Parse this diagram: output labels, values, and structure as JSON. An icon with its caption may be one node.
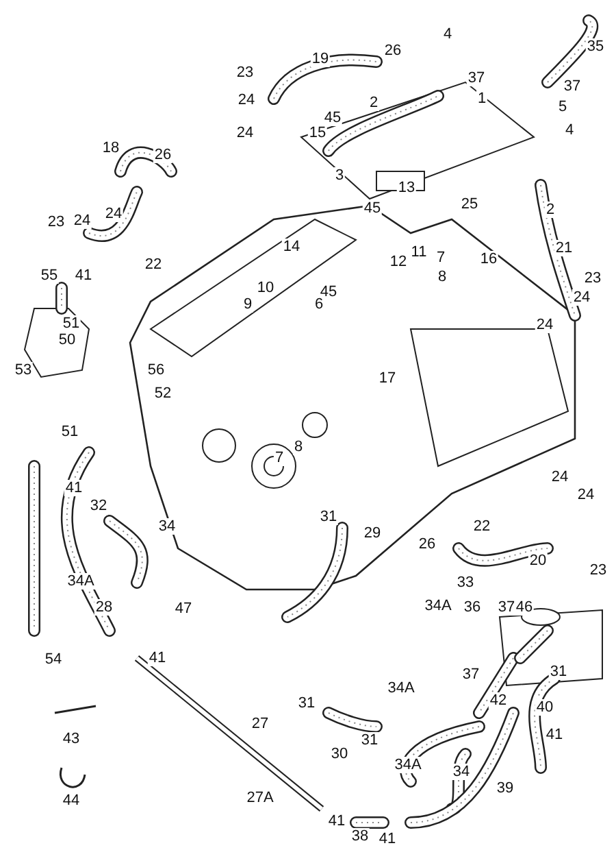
{
  "diagram": {
    "labels": [
      "4",
      "35",
      "26",
      "19",
      "23",
      "37",
      "37",
      "1",
      "24",
      "2",
      "5",
      "45",
      "15",
      "24",
      "4",
      "18",
      "26",
      "3",
      "13",
      "25",
      "2",
      "45",
      "24",
      "23",
      "24",
      "14",
      "21",
      "11",
      "7",
      "16",
      "12",
      "22",
      "55",
      "41",
      "8",
      "23",
      "10",
      "45",
      "24",
      "9",
      "6",
      "51",
      "24",
      "50",
      "53",
      "56",
      "17",
      "52",
      "51",
      "8",
      "7",
      "24",
      "41",
      "24",
      "32",
      "31",
      "34",
      "22",
      "29",
      "26",
      "20",
      "23",
      "34A",
      "33",
      "34A",
      "36",
      "37",
      "46",
      "28",
      "47",
      "54",
      "41",
      "31",
      "37",
      "34A",
      "42",
      "31",
      "31",
      "40",
      "27",
      "41",
      "43",
      "30",
      "34A",
      "34",
      "39",
      "27A",
      "44",
      "41",
      "38",
      "41"
    ]
  }
}
